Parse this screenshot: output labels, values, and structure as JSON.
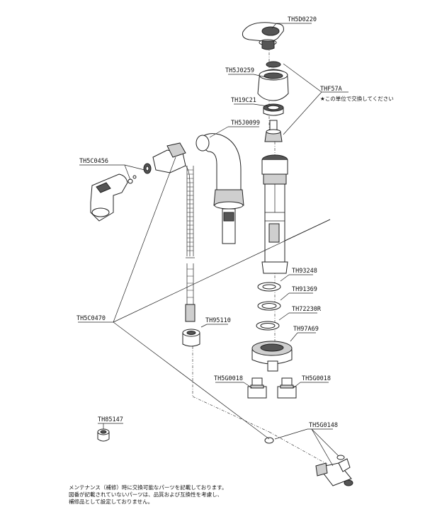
{
  "parts": {
    "handle": "TH5D0220",
    "cover": "TH5J0259",
    "ring": "TH19C21",
    "cartridge": "THF57A",
    "cartridge_note": "★この単位で交換してください",
    "spout": "TH5J0099",
    "lever": "TH5C0456",
    "hose": "TH5C0470",
    "washer_1": "TH93248",
    "washer_2": "TH91369",
    "washer_3": "TH72230R",
    "nut_large": "TH97A69",
    "nut_hose": "TH95110",
    "adapter_left": "TH5G0018",
    "adapter_right": "TH5G0018",
    "valve": "TH5G0148",
    "cap": "TH85147"
  },
  "footnote": {
    "line1": "メンテナンス（補修）時に交換可能なパーツを記載しております。",
    "line2": "図番が記載されていないパーツは、品質および互換性を考慮し、",
    "line3": "補修品として設定しておりません。"
  }
}
